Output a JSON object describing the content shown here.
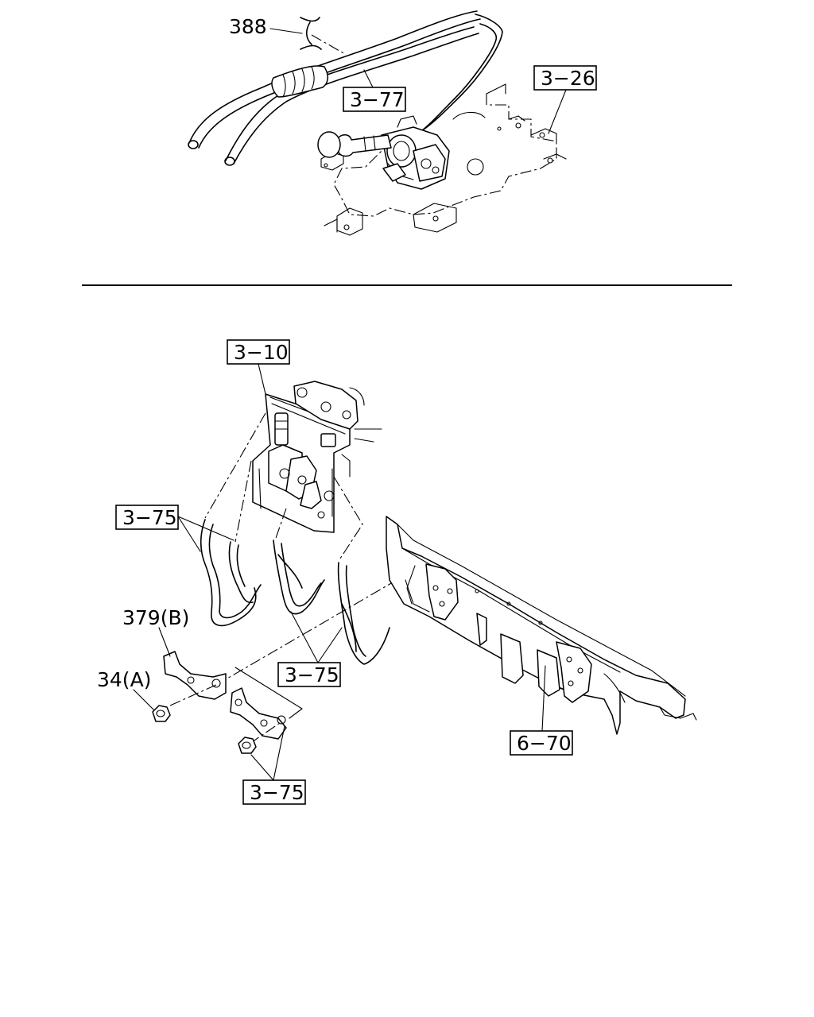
{
  "callouts": {
    "c388": "388",
    "c3_77": "3−77",
    "c3_26": "3−26",
    "c3_10": "3−10",
    "c3_75_a": "3−75",
    "c3_75_b": "3−75",
    "c3_75_c": "3−75",
    "c379b": "379(B)",
    "c34a": "34(A)",
    "c6_70": "6−70"
  }
}
